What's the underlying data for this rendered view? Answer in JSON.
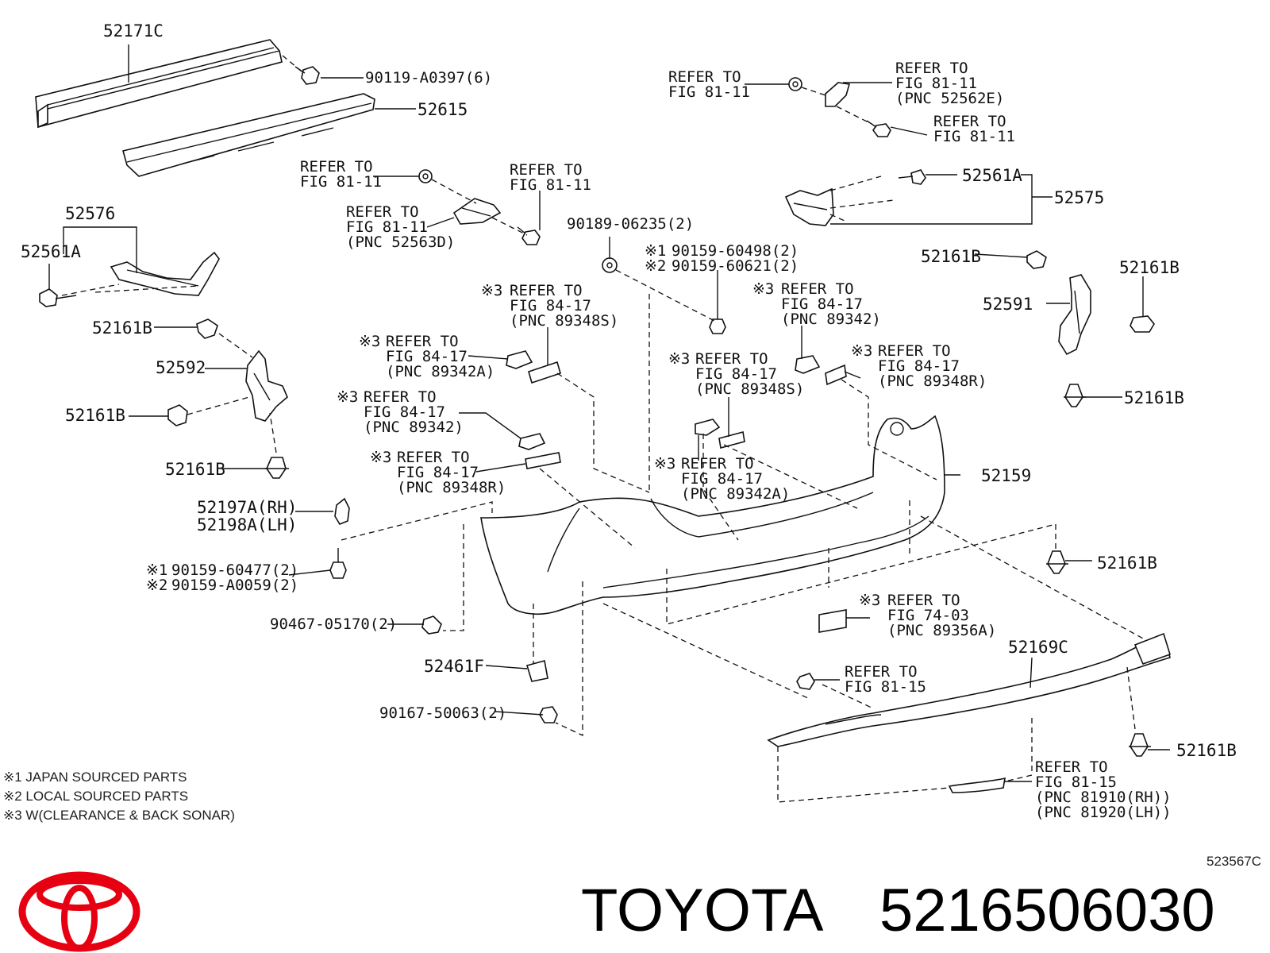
{
  "callouts": {
    "p52171C": "52171C",
    "p90119": "90119-A0397(6)",
    "p52615": "52615",
    "p52576": "52576",
    "p52561A_left": "52561A",
    "p52161B_a": "52161B",
    "p52592": "52592",
    "p52161B_b": "52161B",
    "p52161B_c": "52161B",
    "p52197A": "52197A(RH)",
    "p52198A": "52198A(LH)",
    "p90467": "90467-05170(2)",
    "p52461F": "52461F",
    "p90167": "90167-50063(2)",
    "p90189": "90189-06235(2)",
    "p52561A_right": "52561A",
    "p52575": "52575",
    "p52161B_d": "52161B",
    "p52591": "52591",
    "p52161B_e": "52161B",
    "p52161B_f": "52161B",
    "p52159": "52159",
    "p52161B_g": "52161B",
    "p52169C": "52169C",
    "p52161B_h": "52161B"
  },
  "refs": {
    "r1": {
      "l1": "REFER TO",
      "l2": "FIG 81-11"
    },
    "r2": {
      "l1": "REFER TO",
      "l2": "FIG 81-11",
      "l3": "(PNC 52562E)"
    },
    "r3": {
      "l1": "REFER TO",
      "l2": "FIG 81-11"
    },
    "r4": {
      "l1": "REFER TO",
      "l2": "FIG 81-11"
    },
    "r5": {
      "l1": "REFER TO",
      "l2": "FIG 81-11"
    },
    "r6": {
      "l1": "REFER TO",
      "l2": "FIG 81-11",
      "l3": "(PNC 52563D)"
    },
    "s3a": {
      "mark": "※3",
      "l1": "REFER TO",
      "l2": "FIG 84-17",
      "l3": "(PNC 89348S)"
    },
    "s3b": {
      "mark": "※3",
      "l1": "REFER TO",
      "l2": "FIG 84-17",
      "l3": "(PNC 89342A)"
    },
    "s3c": {
      "mark": "※3",
      "l1": "REFER TO",
      "l2": "FIG 84-17",
      "l3": "(PNC 89342)"
    },
    "s3d": {
      "mark": "※3",
      "l1": "REFER TO",
      "l2": "FIG 84-17",
      "l3": "(PNC 89348R)"
    },
    "s3e": {
      "mark": "※3",
      "l1": "REFER TO",
      "l2": "FIG 84-17",
      "l3": "(PNC 89342)"
    },
    "s3f": {
      "mark": "※3",
      "l1": "REFER TO",
      "l2": "FIG 84-17",
      "l3": "(PNC 89348S)"
    },
    "s3g": {
      "mark": "※3",
      "l1": "REFER TO",
      "l2": "FIG 84-17",
      "l3": "(PNC 89348R)"
    },
    "s3h": {
      "mark": "※3",
      "l1": "REFER TO",
      "l2": "FIG 84-17",
      "l3": "(PNC 89342A)"
    },
    "s3i": {
      "mark": "※3",
      "l1": "REFER TO",
      "l2": "FIG 74-03",
      "l3": "(PNC 89356A)"
    },
    "r7": {
      "l1": "REFER TO",
      "l2": "FIG 81-15"
    },
    "r8": {
      "l1": "REFER TO",
      "l2": "FIG 81-15",
      "l3": "(PNC 81910(RH))",
      "l4": "(PNC 81920(LH))"
    }
  },
  "variants": {
    "v1": {
      "m1": "※1",
      "t1": "90159-60498(2)",
      "m2": "※2",
      "t2": "90159-60621(2)"
    },
    "v2": {
      "m1": "※1",
      "t1": "90159-60477(2)",
      "m2": "※2",
      "t2": "90159-A0059(2)"
    }
  },
  "notes": {
    "n1": "※1 JAPAN SOURCED PARTS",
    "n2": "※2 LOCAL SOURCED PARTS",
    "n3": "※3 W(CLEARANCE & BACK SONAR)"
  },
  "diagram_code": "523567C",
  "brand": {
    "name": "TOYOTA",
    "part_number": "5216506030",
    "logo_color": "#e60012"
  }
}
